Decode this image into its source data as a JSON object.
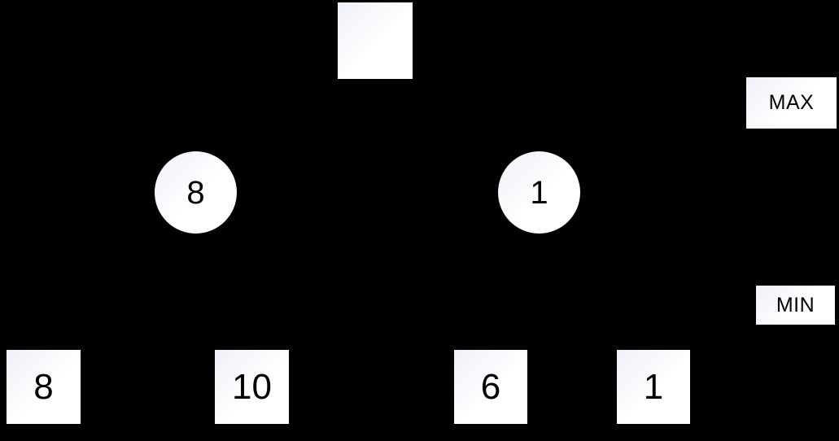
{
  "diagram": {
    "title": "minimax-game-tree",
    "background_color": "#000000",
    "node_fill_color": "#ffffff",
    "node_text_color": "#000000",
    "root": {
      "shape": "square",
      "value": ""
    },
    "max_level": {
      "label": "MAX",
      "nodes": [
        {
          "shape": "circle",
          "value": "8"
        },
        {
          "shape": "circle",
          "value": "1"
        }
      ]
    },
    "min_level": {
      "label": "MIN",
      "nodes": []
    },
    "leaves": [
      {
        "shape": "square",
        "value": "8"
      },
      {
        "shape": "square",
        "value": "10"
      },
      {
        "shape": "square",
        "value": "6"
      },
      {
        "shape": "square",
        "value": "1"
      }
    ]
  }
}
